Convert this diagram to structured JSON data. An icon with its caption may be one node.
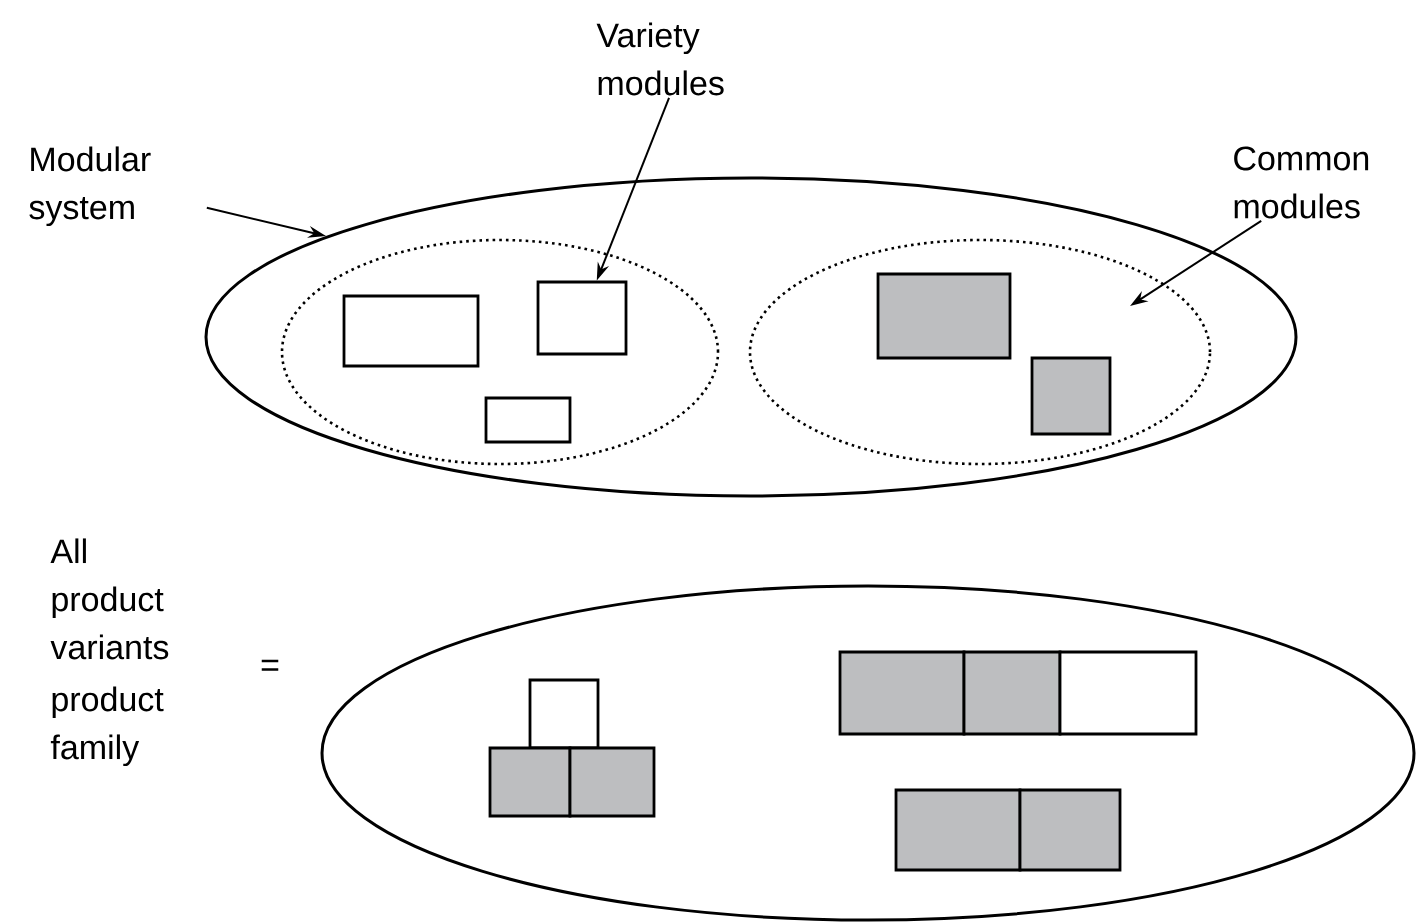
{
  "diagram": {
    "nodes": [
      {
        "text": [
          "Modular system"
        ]
      },
      {
        "text": [],
        "shape": "ellipse"
      },
      {
        "text": [],
        "shape": "ellipse",
        "in": 1
      },
      {
        "text": [],
        "shape": "ellipse",
        "in": 1
      },
      {
        "text": [],
        "shape": "box",
        "in": 2
      },
      {
        "text": [],
        "shape": "box",
        "in": 2
      },
      {
        "text": [],
        "shape": "box",
        "in": 2
      },
      {
        "text": [],
        "shape": "box",
        "in": 3
      },
      {
        "text": [],
        "shape": "box",
        "in": 3
      },
      {
        "text": [
          "Variety modules"
        ]
      },
      {
        "text": [
          "Common modules"
        ]
      },
      {
        "text": [],
        "shape": "ellipse"
      },
      {
        "text": [],
        "shape": "box",
        "in": 11
      },
      {
        "text": [],
        "shape": "box",
        "in": 11
      },
      {
        "text": [],
        "shape": "box",
        "in": 11
      },
      {
        "text": [],
        "shape": "box",
        "in": 11
      },
      {
        "text": [],
        "shape": "box",
        "in": 11
      },
      {
        "text": [],
        "shape": "box",
        "in": 11
      },
      {
        "text": [],
        "shape": "box",
        "in": 11
      },
      {
        "text": [],
        "shape": "box",
        "in": 11
      }
    ],
    "edges": [
      {
        "from": 0,
        "to": 1,
        "arrow": "to"
      },
      {
        "from": 9,
        "to": 5,
        "arrow": "to"
      },
      {
        "from": 10,
        "to": 3,
        "arrow": "to"
      }
    ],
    "labels": [
      "All product variants",
      "=",
      "product family"
    ]
  }
}
